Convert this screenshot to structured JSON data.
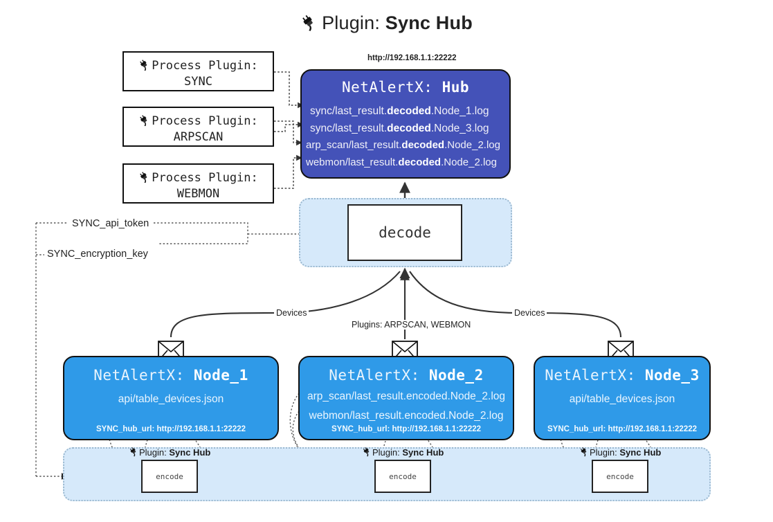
{
  "title": {
    "icon": "plug-icon",
    "prefix": "Plugin: ",
    "name": "Sync Hub"
  },
  "process_plugins": [
    {
      "icon": "plug-icon",
      "line1": "Process Plugin:",
      "line2": "SYNC"
    },
    {
      "icon": "plug-icon",
      "line1": "Process Plugin:",
      "line2": "ARPSCAN"
    },
    {
      "icon": "plug-icon",
      "line1": "Process Plugin:",
      "line2": "WEBMON"
    }
  ],
  "hub": {
    "url": "http://192.168.1.1:22222",
    "name_prefix": "NetAlertX: ",
    "name": "Hub",
    "rows": [
      {
        "pre": "sync/last_result.",
        "em": "decoded",
        "post": ".Node_1.log"
      },
      {
        "pre": "sync/last_result.",
        "em": "decoded",
        "post": ".Node_3.log"
      },
      {
        "pre": "arp_scan/last_result.",
        "em": "decoded",
        "post": ".Node_2.log"
      },
      {
        "pre": "webmon/last_result.",
        "em": "decoded",
        "post": ".Node_2.log"
      }
    ]
  },
  "decode": {
    "label": "decode"
  },
  "settings": {
    "api_token": "SYNC_api_token",
    "encryption_key": "SYNC_encryption_key"
  },
  "edge_labels": {
    "devices_left": "Devices",
    "devices_right": "Devices",
    "plugins_center": "Plugins: ARPSCAN, WEBMON"
  },
  "nodes": [
    {
      "name_prefix": "NetAlertX: ",
      "name": "Node_1",
      "lines": [
        "api/table_devices.json"
      ],
      "hub_url_label": "SYNC_hub_url: http://192.168.1.1:22222",
      "envelope_icon": "envelope-icon"
    },
    {
      "name_prefix": "NetAlertX: ",
      "name": "Node_2",
      "lines": [
        "arp_scan/last_result.encoded.Node_2.log",
        "webmon/last_result.encoded.Node_2.log"
      ],
      "hub_url_label": "SYNC_hub_url: http://192.168.1.1:22222",
      "envelope_icon": "envelope-icon"
    },
    {
      "name_prefix": "NetAlertX: ",
      "name": "Node_3",
      "lines": [
        "api/table_devices.json"
      ],
      "hub_url_label": "SYNC_hub_url: http://192.168.1.1:22222",
      "envelope_icon": "envelope-icon"
    }
  ],
  "encoders": [
    {
      "plugin_prefix": "Plugin: ",
      "plugin_name": "Sync Hub",
      "label": "encode",
      "icon": "plug-icon"
    },
    {
      "plugin_prefix": "Plugin: ",
      "plugin_name": "Sync Hub",
      "label": "encode",
      "icon": "plug-icon"
    },
    {
      "plugin_prefix": "Plugin: ",
      "plugin_name": "Sync Hub",
      "label": "encode",
      "icon": "plug-icon"
    }
  ],
  "colors": {
    "hub_fill": "#4452b8",
    "node_fill": "#2f9ae8",
    "container_fill": "#d6e9fa",
    "stroke": "#111111",
    "background": "#ffffff"
  }
}
